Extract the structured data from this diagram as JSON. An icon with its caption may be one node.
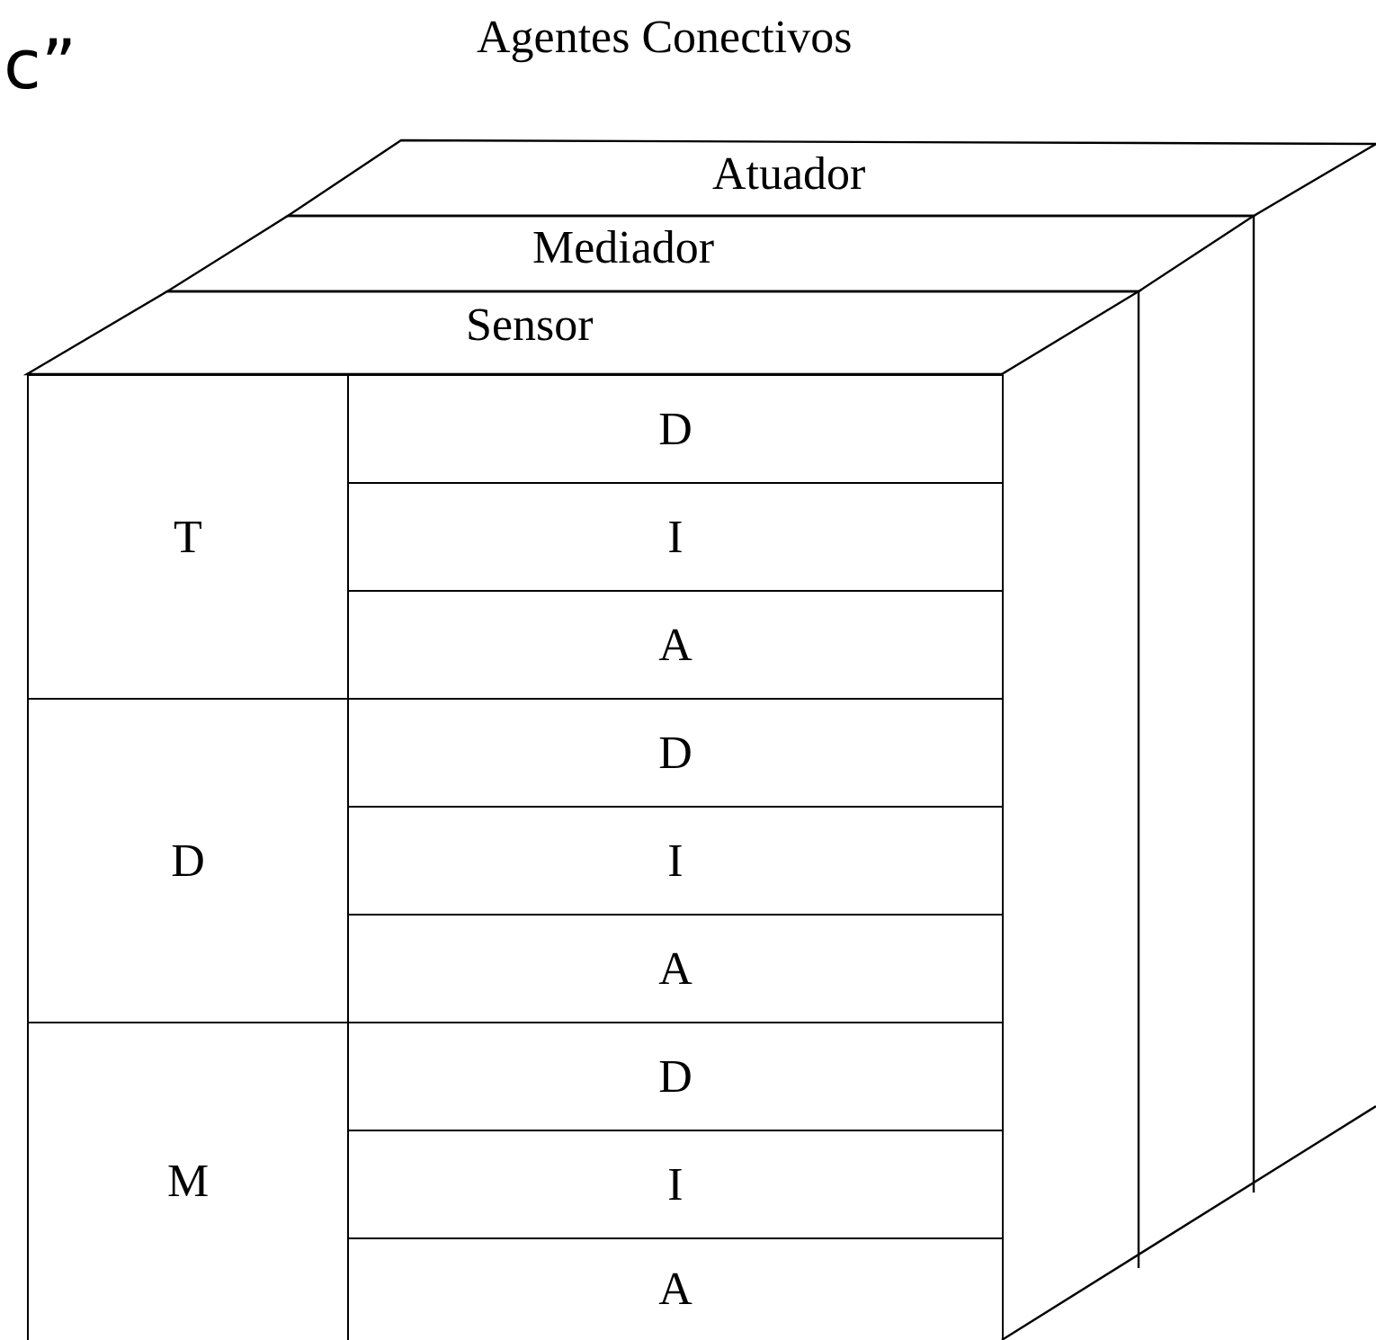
{
  "diagram": {
    "title": "Agentes Conectivos",
    "nodes": [
      {
        "text": [
          "Atuador"
        ]
      },
      {
        "text": [
          "Mediador"
        ]
      },
      {
        "text": [
          "Sensor"
        ]
      },
      {
        "text": [
          "T"
        ]
      },
      {
        "text": [
          "D"
        ]
      },
      {
        "text": [
          "I"
        ]
      },
      {
        "text": [
          "A"
        ]
      },
      {
        "text": [
          "D"
        ]
      },
      {
        "text": [
          "D"
        ]
      },
      {
        "text": [
          "I"
        ]
      },
      {
        "text": [
          "A"
        ]
      },
      {
        "text": [
          "M"
        ]
      },
      {
        "text": [
          "D"
        ]
      },
      {
        "text": [
          "I"
        ]
      },
      {
        "text": [
          "A"
        ]
      }
    ],
    "labels": [
      "c”"
    ]
  }
}
